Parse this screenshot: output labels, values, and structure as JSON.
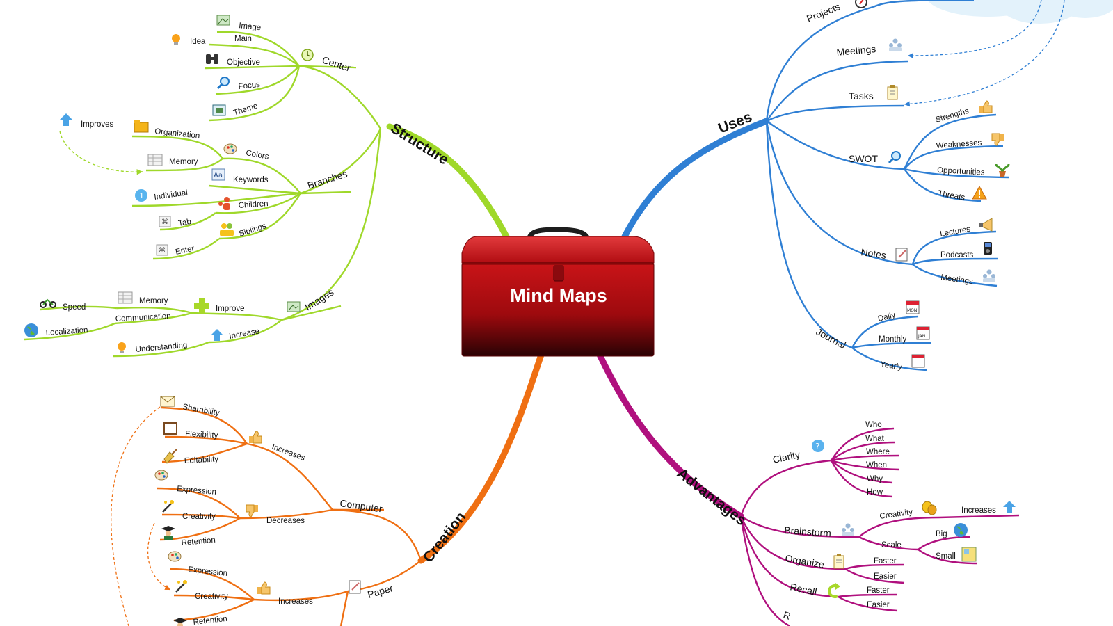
{
  "center": {
    "title": "Mind Maps"
  },
  "colors": {
    "structure": "#9fd82a",
    "uses": "#2f7fd4",
    "creation": "#ef6f12",
    "advantages": "#b0107e",
    "toolbox": "#b00d10"
  },
  "structure": {
    "label": "Structure",
    "center": {
      "label": "Center",
      "icon": "clock-icon",
      "items": {
        "image": "Image",
        "main": "Main",
        "idea": "Idea",
        "objective": "Objective",
        "focus": "Focus",
        "theme": "Theme"
      }
    },
    "branches": {
      "label": "Branches",
      "colors": "Colors",
      "organization": "Organization",
      "improves": "Improves",
      "memory": "Memory",
      "keywords": "Keywords",
      "individual": "Individual",
      "children": "Children",
      "tab": "Tab",
      "siblings": "Siblings",
      "enter": "Enter",
      "tab_key": "⌘",
      "enter_key": "⌘",
      "individual_badge": "1"
    },
    "images": {
      "label": "Images",
      "improve": "Improve",
      "memory": "Memory",
      "speed": "Speed",
      "communication": "Communication",
      "localization": "Localization",
      "increase": "Increase",
      "understanding": "Understanding"
    }
  },
  "uses": {
    "label": "Uses",
    "projects": "Projects",
    "meetings": "Meetings",
    "tasks": "Tasks",
    "swot": {
      "label": "SWOT",
      "strengths": "Strengths",
      "weaknesses": "Weaknesses",
      "opportunities": "Opportunities",
      "threats": "Threats"
    },
    "notes": {
      "label": "Notes",
      "lectures": "Lectures",
      "podcasts": "Podcasts",
      "meetings": "Meetings"
    },
    "journal": {
      "label": "Journal",
      "daily": "Daily",
      "monthly": "Monthly",
      "yearly": "Yearly",
      "mon_badge": "MON",
      "jan_badge": "JAN"
    }
  },
  "creation": {
    "label": "Creation",
    "computer": {
      "label": "Computer",
      "increases": {
        "label": "Increases",
        "sharability": "Sharability",
        "flexibility": "Flexibility",
        "editability": "Editability"
      },
      "decreases": {
        "label": "Decreases",
        "expression": "Expression",
        "creativity": "Creativity",
        "retention": "Retention"
      }
    },
    "paper": {
      "label": "Paper",
      "increases": {
        "label": "Increases",
        "expression": "Expression",
        "creativity": "Creativity",
        "retention": "Retention"
      }
    }
  },
  "advantages": {
    "label": "Advantages",
    "clarity": {
      "label": "Clarity",
      "who": "Who",
      "what": "What",
      "where": "Where",
      "when": "When",
      "why": "Why",
      "how": "How"
    },
    "brainstorm": {
      "label": "Brainstorm",
      "creativity": "Creativity",
      "increases": "Increases",
      "scale": "Scale",
      "big": "Big",
      "small": "Small"
    },
    "organize": {
      "label": "Organize",
      "faster": "Faster",
      "easier": "Easier"
    },
    "recall": {
      "label": "Recall",
      "faster": "Faster",
      "easier": "Easier"
    },
    "cut_label": "R"
  }
}
